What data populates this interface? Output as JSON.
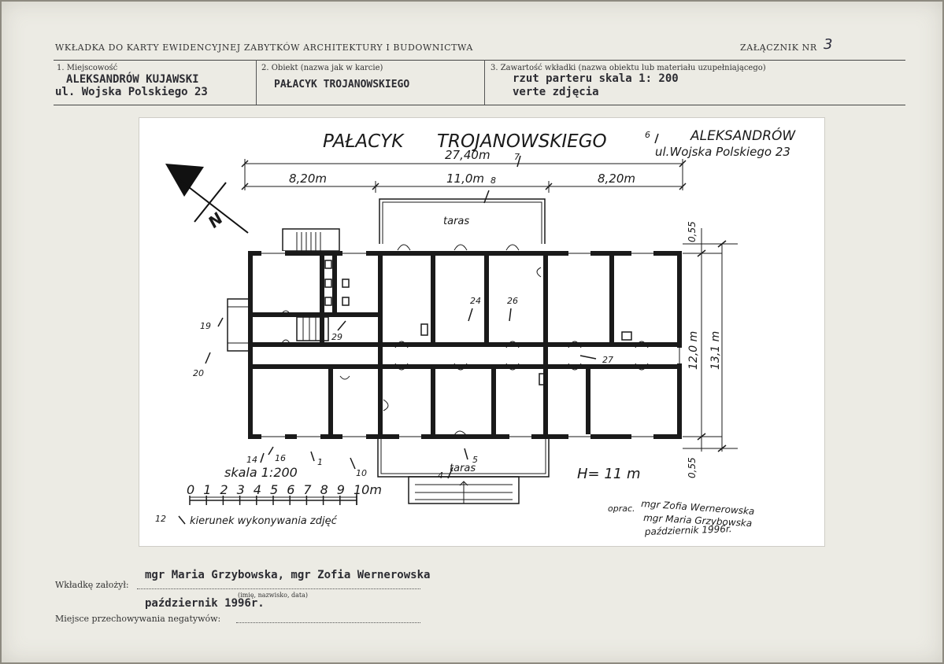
{
  "header": {
    "title": "WKŁADKA DO KARTY EWIDENCYJNEJ ZABYTKÓW ARCHITEKTURY I BUDOWNICTWA",
    "attachment_label": "ZAŁĄCZNIK NR",
    "attachment_number": "3"
  },
  "fields": {
    "locality_label": "1. Miejscowość",
    "locality_line1": "ALEKSANDRÓW KUJAWSKI",
    "locality_line2": "ul. Wojska Polskiego 23",
    "object_label": "2. Obiekt (nazwa jak w karcie)",
    "object_value": "PAŁACYK TROJANOWSKIEGO",
    "content_label": "3. Zawartość wkładki (nazwa obiektu lub materiału uzupełniającego)",
    "content_line1": "rzut parteru skala 1: 200",
    "content_line2": "verte zdjęcia"
  },
  "drawing": {
    "title_left": "PAŁACYK",
    "title_right": "TROJANOWSKIEGO",
    "place_line1": "ALEKSANDRÓW",
    "place_line2": "ul.Wojska Polskiego 23",
    "total_width": "27,40m",
    "seg_left": "8,20m",
    "seg_mid": "11,0m",
    "seg_right": "8,20m",
    "taras_top": "taras",
    "taras_bottom": "taras",
    "depth_inner": "12,0 m",
    "depth_outer": "13,1 m",
    "margin_top": "0,55",
    "margin_bottom": "0,55",
    "height_label": "H= 11 m",
    "scale_label": "skala 1:200",
    "scale_ticks": [
      "0",
      "1",
      "2",
      "3",
      "4",
      "5",
      "6",
      "7",
      "8",
      "9",
      "10m"
    ],
    "legend_number": "12",
    "legend_text": "kierunek wykonywania zdjęć",
    "author_prefix": "oprac.",
    "author1": "mgr Zofia Wernerowska",
    "author2": "mgr Maria Grzybowska",
    "author_date": "październik 1996r.",
    "north": "N",
    "photo_points": [
      "1",
      "4",
      "5",
      "6",
      "7",
      "8",
      "10",
      "14",
      "16",
      "19",
      "20",
      "24",
      "26",
      "27",
      "29"
    ]
  },
  "footer": {
    "founder_label": "Wkładkę założył:",
    "founder_value": "mgr Maria Grzybowska, mgr Zofia Wernerowska",
    "founder_hint": "(imię, nazwisko, data)",
    "date_value": "październik 1996r.",
    "negatives_label": "Miejsce przechowywania negatywów:"
  }
}
